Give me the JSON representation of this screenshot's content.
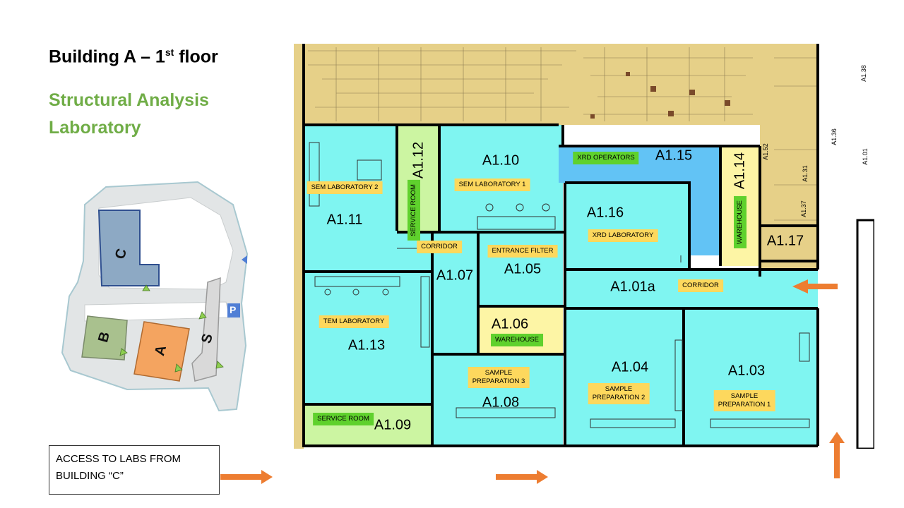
{
  "title": {
    "main": "Building A – 1",
    "sup": "st",
    "tail": " floor"
  },
  "subtitle": "Structural Analysis Laboratory",
  "access_note": "ACCESS TO LABS FROM BUILDING “C”",
  "site_buildings": [
    {
      "id": "c",
      "label": "C"
    },
    {
      "id": "b",
      "label": "B"
    },
    {
      "id": "a",
      "label": "A"
    },
    {
      "id": "s",
      "label": "S"
    },
    {
      "id": "p",
      "label": "P"
    }
  ],
  "rooms": {
    "a111": "A1.11",
    "a112": "A1.12",
    "a110": "A1.10",
    "a115": "A1.15",
    "a114": "A1.14",
    "a116": "A1.16",
    "a117": "A1.17",
    "a107": "A1.07",
    "a105": "A1.05",
    "a101a": "A1.01a",
    "a106": "A1.06",
    "a113": "A1.13",
    "a108": "A1.08",
    "a104": "A1.04",
    "a103": "A1.03",
    "a109": "A1.09",
    "a138": "A1.38",
    "a136": "A1.36",
    "a101": "A1.01",
    "a131": "A1.31",
    "a137": "A1.37",
    "a152": "A1.52"
  },
  "tags": {
    "sem2": "SEM LABORATORY 2",
    "service_room_v": "SERVICE ROOM",
    "sem1": "SEM LABORATORY 1",
    "xrd_ops": "XRD OPERATORS",
    "warehouse_v": "WAREHOUSE",
    "xrd_lab": "XRD LABORATORY",
    "corridor1": "CORRIDOR",
    "entrance_filter": "ENTRANCE FILTER",
    "corridor2": "CORRIDOR",
    "warehouse": "WAREHOUSE",
    "tem": "TEM LABORATORY",
    "prep3_l1": "SAMPLE",
    "prep3_l2": "PREPARATION 3",
    "prep2_l1": "SAMPLE",
    "prep2_l2": "PREPARATION 2",
    "prep1_l1": "SAMPLE",
    "prep1_l2": "PREPARATION 1",
    "service_room": "SERVICE ROOM"
  },
  "colors": {
    "cyan": "#7ff5f1",
    "blue": "#62c3f5",
    "pale_yellow": "#fdf5a5",
    "light_green": "#ccf5a2",
    "khaki": "#e6d088",
    "tag_yellow": "#fdd85d",
    "tag_green": "#5fd12d",
    "arrow": "#ed7d31",
    "site_c": "#8da9c4",
    "site_b": "#a9c18e",
    "site_a": "#f4a460",
    "site_s": "#d9d9d9"
  }
}
